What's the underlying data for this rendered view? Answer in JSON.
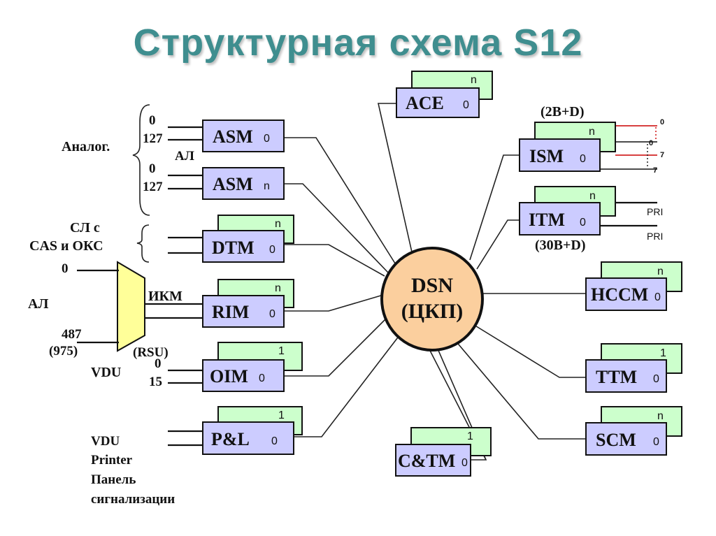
{
  "title": "Структурная схема S12",
  "center": {
    "line1": "DSN",
    "line2": "(ЦКП)"
  },
  "modules": {
    "ace": {
      "name": "ACE",
      "front_index": "0",
      "back_index": "n"
    },
    "asm1": {
      "name": "ASM",
      "front_index": "0"
    },
    "asm2": {
      "name": "ASM",
      "front_index": "n"
    },
    "dtm": {
      "name": "DTM",
      "front_index": "0",
      "back_index": "n"
    },
    "rim": {
      "name": "RIM",
      "front_index": "0",
      "back_index": "n"
    },
    "oim": {
      "name": "OIM",
      "front_index": "0",
      "back_index": "1"
    },
    "pl": {
      "name": "P&L",
      "front_index": "0",
      "back_index": "1"
    },
    "ctm": {
      "name": "C&TM",
      "front_index": "0",
      "back_index": "1"
    },
    "ism": {
      "name": "ISM",
      "front_index": "0",
      "back_index": "n"
    },
    "itm": {
      "name": "ITM",
      "front_index": "0",
      "back_index": "n"
    },
    "hccm": {
      "name": "HCCM",
      "front_index": "0",
      "back_index": "n"
    },
    "ttm": {
      "name": "TTM",
      "front_index": "0",
      "back_index": "1"
    },
    "scm": {
      "name": "SCM",
      "front_index": "0",
      "back_index": "n"
    }
  },
  "labels": {
    "analog": "Аналог.",
    "al_top": "АЛ",
    "asm1_0": "0",
    "asm1_127": "127",
    "asm2_0": "0",
    "asm2_127": "127",
    "sl_line1": "СЛ с",
    "sl_line2": "CAS и ОКС",
    "al_rsu": "АЛ",
    "rsu_0": "0",
    "rsu_487": "487",
    "rsu_975": "(975)",
    "ikm": "ИКМ",
    "rsu": "(RSU)",
    "vdu_oim": "VDU",
    "oim_0": "0",
    "oim_15": "15",
    "pl_vdu": "VDU",
    "pl_printer": "Printer",
    "pl_panel": "Панель",
    "pl_signal": "сигнализации",
    "ism_top": "(2B+D)",
    "ism_r0": "0",
    "ism_b0": "0",
    "ism_r7": "7",
    "ism_b7": "7",
    "pri1": "PRI",
    "pri2": "PRI",
    "itm_bottom": "(30B+D)"
  },
  "colors": {
    "title": "#3f8e8f",
    "module_front": "#ccccff",
    "module_back": "#ccffcc",
    "center_fill": "#fbcf9e",
    "rsu_fill": "#ffff99",
    "red_line": "#cc0000"
  }
}
